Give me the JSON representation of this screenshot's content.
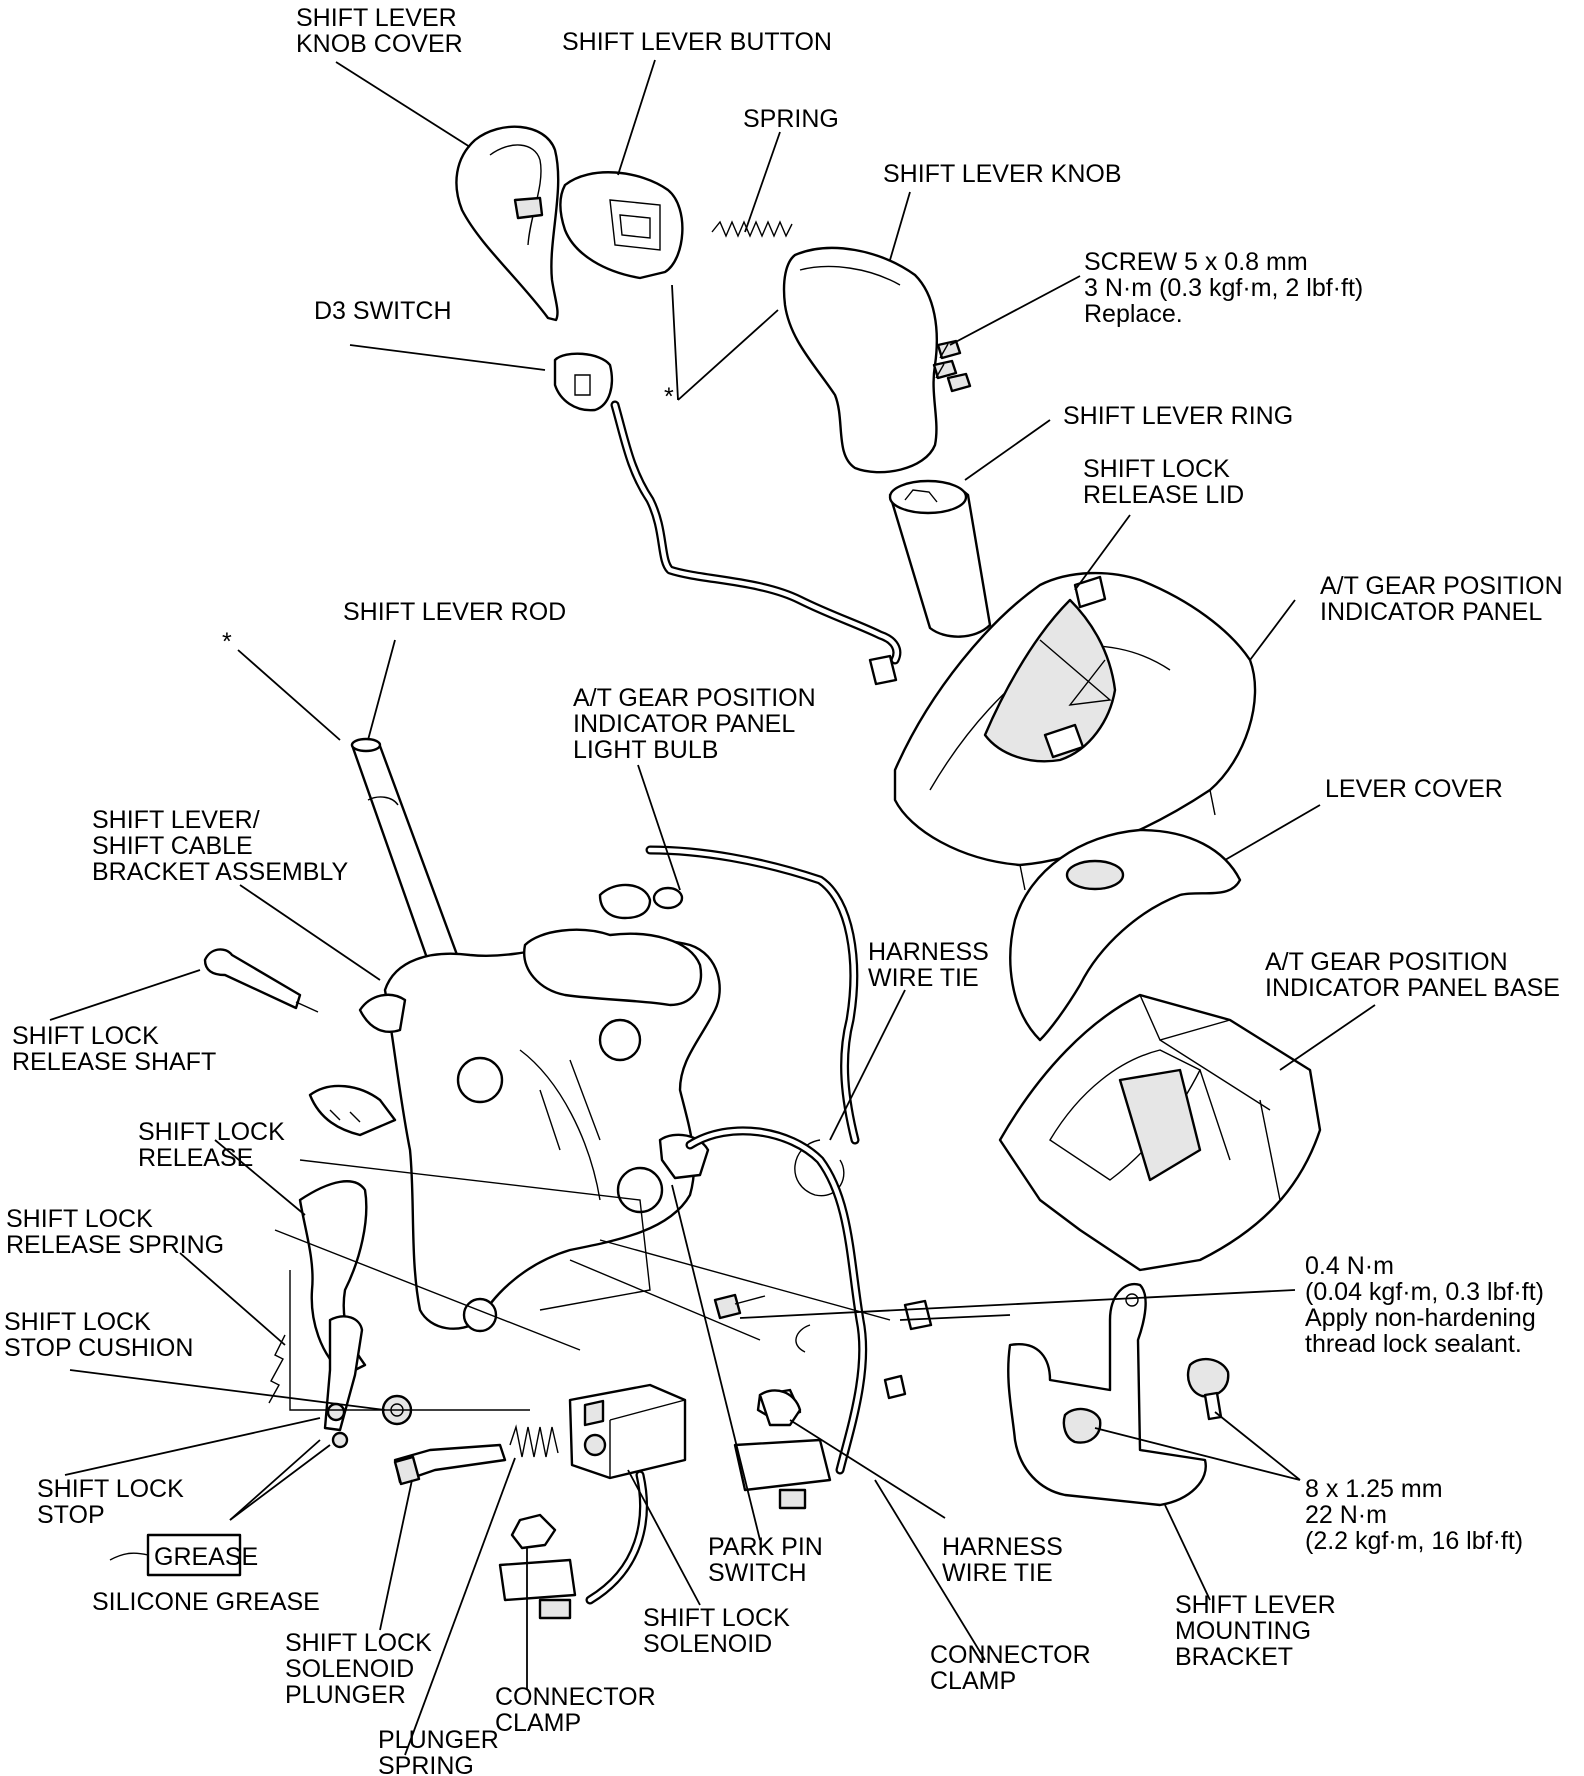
{
  "labels": {
    "knob_cover": [
      "SHIFT LEVER",
      "KNOB COVER"
    ],
    "lever_button": [
      "SHIFT LEVER BUTTON"
    ],
    "spring": [
      "SPRING"
    ],
    "lever_knob": [
      "SHIFT LEVER KNOB"
    ],
    "screw": [
      "SCREW 5 x 0.8 mm",
      "3 N·m (0.3 kgf·m, 2 lbf·ft)",
      "Replace."
    ],
    "d3_switch": [
      "D3 SWITCH"
    ],
    "lever_ring": [
      "SHIFT LEVER RING"
    ],
    "release_lid": [
      "SHIFT LOCK",
      "RELEASE LID"
    ],
    "asterisk_top": [
      "*"
    ],
    "indicator_panel": [
      "A/T GEAR POSITION",
      "INDICATOR PANEL"
    ],
    "lever_rod": [
      "SHIFT LEVER ROD"
    ],
    "asterisk_rod": [
      "*"
    ],
    "light_bulb": [
      "A/T GEAR POSITION",
      "INDICATOR PANEL",
      "LIGHT BULB"
    ],
    "lever_cover": [
      "LEVER COVER"
    ],
    "bracket_assembly": [
      "SHIFT LEVER/",
      "SHIFT CABLE",
      "BRACKET ASSEMBLY"
    ],
    "harness_tie_upper": [
      "HARNESS",
      "WIRE TIE"
    ],
    "panel_base": [
      "A/T GEAR POSITION",
      "INDICATOR PANEL BASE"
    ],
    "release_shaft": [
      "SHIFT LOCK",
      "RELEASE SHAFT"
    ],
    "lock_release": [
      "SHIFT LOCK",
      "RELEASE"
    ],
    "release_spring": [
      "SHIFT LOCK",
      "RELEASE SPRING"
    ],
    "torque_small": [
      "0.4 N·m",
      "(0.04 kgf·m, 0.3 lbf·ft)",
      "Apply non-hardening",
      "thread lock sealant."
    ],
    "stop_cushion": [
      "SHIFT LOCK",
      "STOP CUSHION"
    ],
    "lock_stop": [
      "SHIFT LOCK",
      "STOP"
    ],
    "bolt_spec": [
      "8 x 1.25 mm",
      "22 N·m",
      "(2.2 kgf·m, 16 lbf·ft)"
    ],
    "grease_tube": [
      "GREASE"
    ],
    "silicone_grease": [
      "SILICONE GREASE"
    ],
    "park_pin": [
      "PARK PIN",
      "SWITCH"
    ],
    "harness_tie_lower": [
      "HARNESS",
      "WIRE TIE"
    ],
    "mounting_bracket": [
      "SHIFT LEVER",
      "MOUNTING",
      "BRACKET"
    ],
    "solenoid": [
      "SHIFT LOCK",
      "SOLENOID"
    ],
    "solenoid_plunger": [
      "SHIFT LOCK",
      "SOLENOID",
      "PLUNGER"
    ],
    "connector_clamp_mid": [
      "CONNECTOR",
      "CLAMP"
    ],
    "connector_clamp_right": [
      "CONNECTOR",
      "CLAMP"
    ],
    "plunger_spring": [
      "PLUNGER",
      "SPRING"
    ]
  }
}
